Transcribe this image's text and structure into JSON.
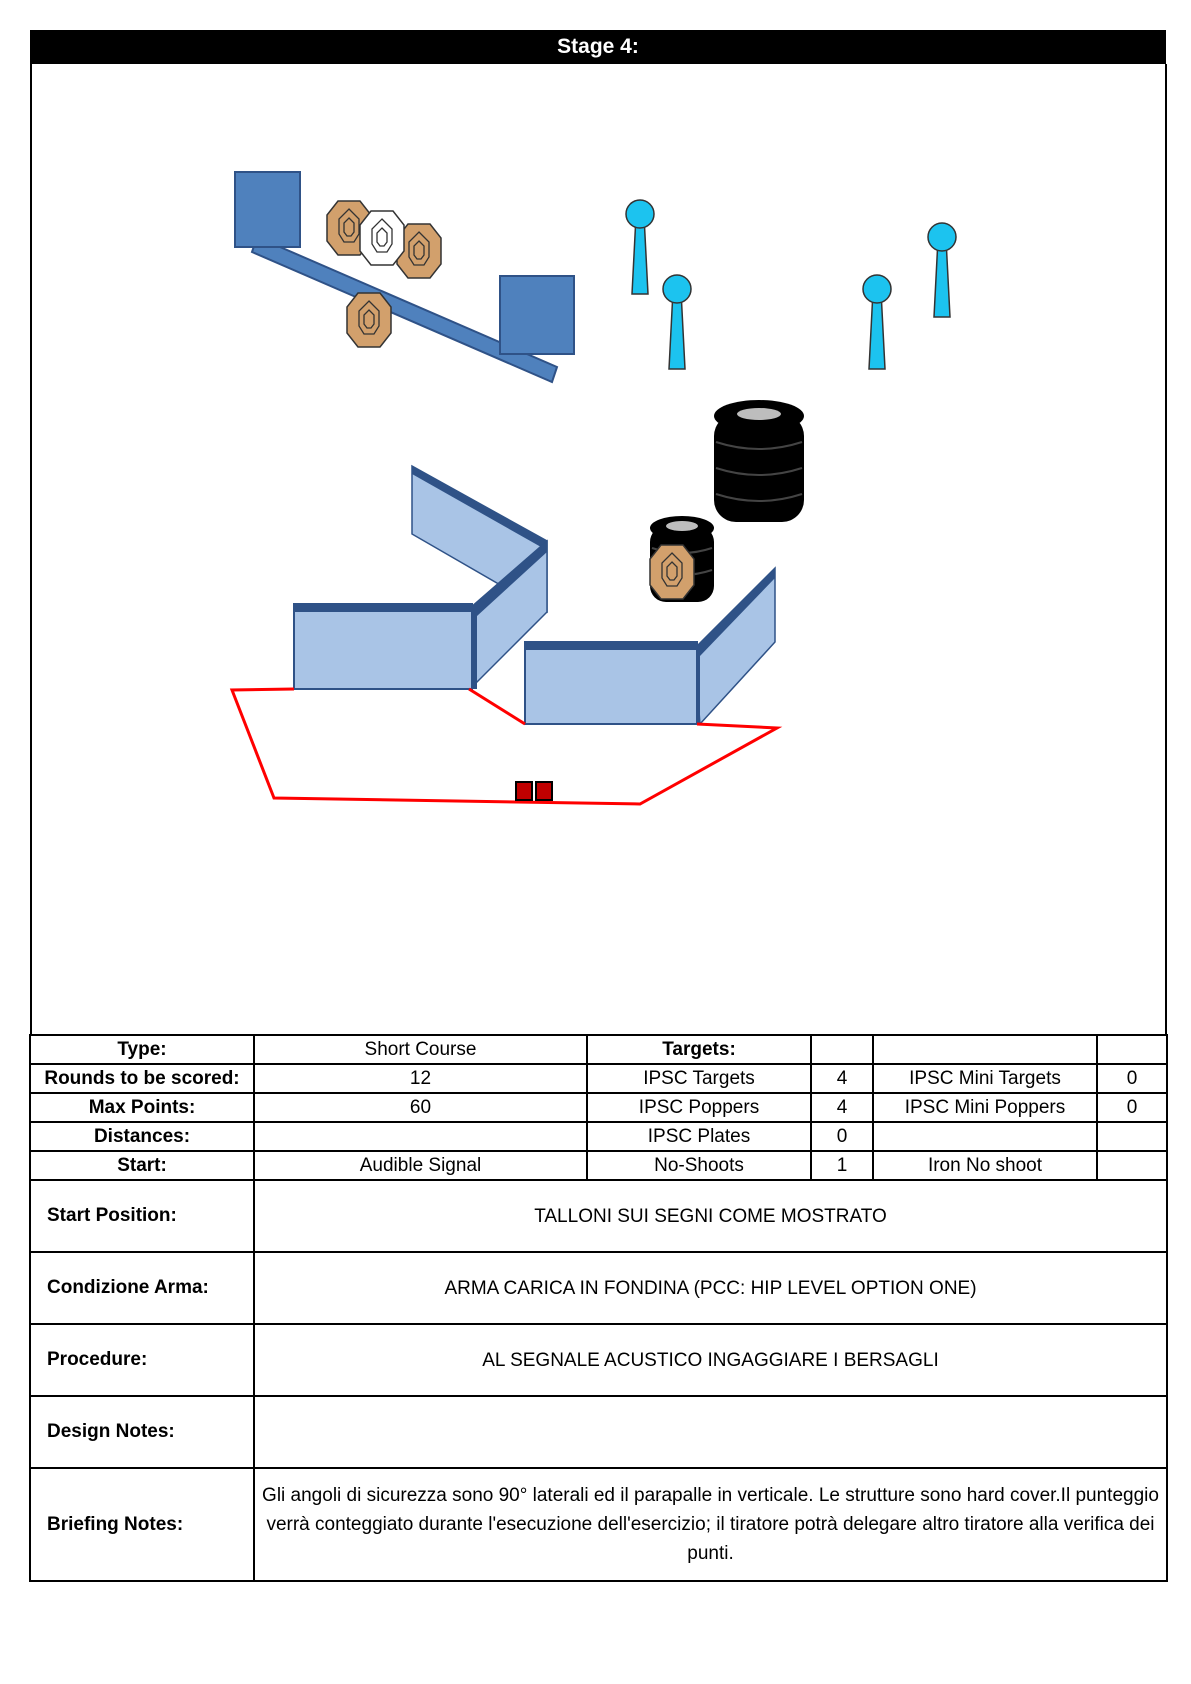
{
  "stage_title": "Stage 4:",
  "summary": {
    "type_label": "Type:",
    "type_value": "Short Course",
    "rounds_label": "Rounds to be scored:",
    "rounds_value": "12",
    "points_label": "Max Points:",
    "points_value": "60",
    "distances_label": "Distances:",
    "distances_value": "",
    "start_label": "Start:",
    "start_value": "Audible Signal"
  },
  "targets": {
    "header": "Targets:",
    "ipsc_targets_label": "IPSC Targets",
    "ipsc_targets_count": "4",
    "mini_targets_label": "IPSC Mini Targets",
    "mini_targets_count": "0",
    "poppers_label": "IPSC Poppers",
    "poppers_count": "4",
    "mini_poppers_label": "IPSC Mini Poppers",
    "mini_poppers_count": "0",
    "plates_label": "IPSC Plates",
    "plates_count": "0",
    "noshoots_label": "No-Shoots",
    "noshoots_count": "1",
    "iron_noshoot_label": "Iron No shoot",
    "iron_noshoot_count": ""
  },
  "briefing": {
    "start_position_label": "Start Position:",
    "start_position_value": "TALLONI SUI SEGNI COME MOSTRATO",
    "weapon_label": "Condizione Arma:",
    "weapon_value": "ARMA CARICA IN FONDINA (PCC: HIP LEVEL OPTION ONE)",
    "procedure_label": "Procedure:",
    "procedure_value": "AL SEGNALE ACUSTICO INGAGGIARE I BERSAGLI",
    "design_label": "Design Notes:",
    "design_value": "",
    "briefing_label": "Briefing Notes:",
    "briefing_value": "Gli angoli di sicurezza sono 90° laterali ed il parapalle in verticale. Le strutture sono hard cover.Il punteggio verrà conteggiato durante l'esecuzione dell'esercizio; il tiratore potrà delegare altro tiratore alla verifica  dei punti."
  },
  "colors": {
    "wall_fill": "#a9c4e6",
    "wall_edge": "#2f5287",
    "ipsc_target": "#d2a06c",
    "noshoot": "#ffffff",
    "popper": "#1cc3ef",
    "barricade": "#4f81bd",
    "fault_line": "#ff0000",
    "start_mark": "#c00000",
    "tire": "#000000"
  },
  "icons": {
    "ipsc_target": "ipsc-target-icon",
    "noshoot": "noshoot-target-icon",
    "popper": "popper-icon",
    "tire_stack": "tire-stack-icon",
    "start_mark": "start-mark-icon"
  }
}
